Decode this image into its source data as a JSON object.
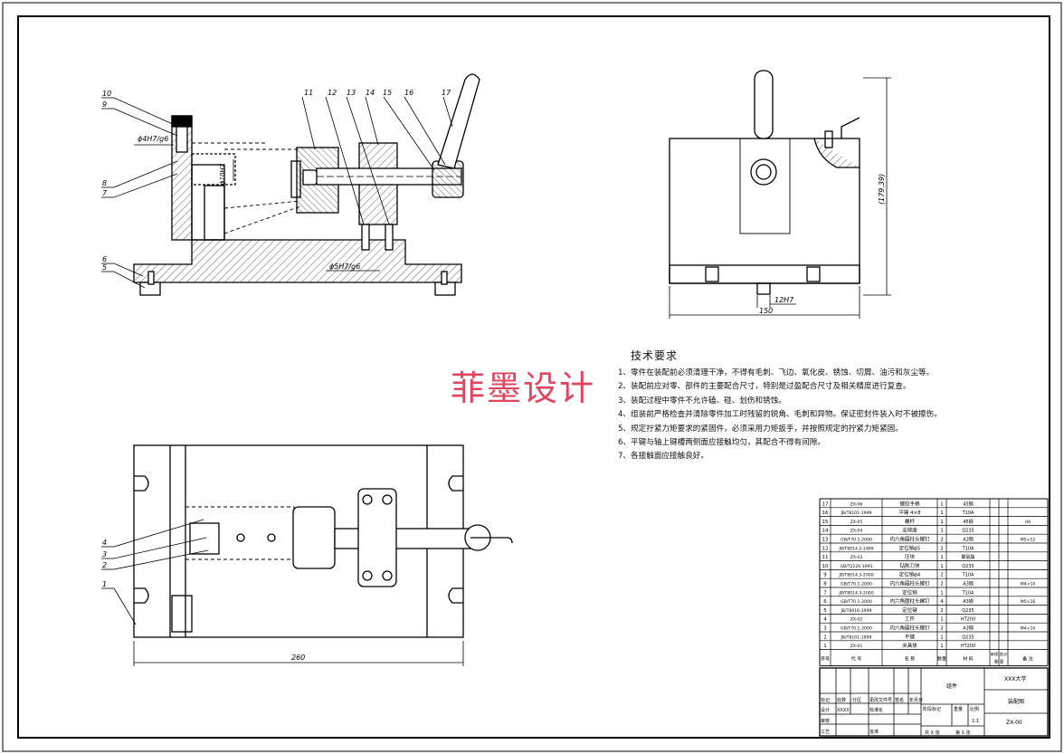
{
  "callouts_front": [
    "10",
    "9",
    "8",
    "7",
    "6",
    "5"
  ],
  "callouts_top": [
    "11",
    "12",
    "13",
    "14",
    "15",
    "16",
    "17"
  ],
  "callouts_plan": [
    "4",
    "3",
    "2",
    "1"
  ],
  "fits": {
    "upper": "ϕ4H7/g6",
    "lower": "ϕ5H7/g6",
    "small": "ϕ10H7"
  },
  "dims": {
    "width_side": "150",
    "slot": "12H7",
    "height_side": "(179.39)",
    "width_plan": "260"
  },
  "tech_requirements": {
    "title": "技术要求",
    "lines": [
      "1、零件在装配前必须清理干净，不得有毛刺、飞边、氧化皮、锈蚀、切屑、油污和灰尘等。",
      "2、装配前应对零、部件的主要配合尺寸，特别是过盈配合尺寸及相关精度进行复查。",
      "3、装配过程中零件不允许磕、碰、划伤和锈蚀。",
      "4、组装前严格检查并清除零件加工时残留的锐角、毛刺和异物。保证密封件装入时不被擦伤。",
      "5、规定拧紧力矩要求的紧固件，必须采用力矩扳手，并按照规定的拧紧力矩紧固。",
      "6、平键与轴上键槽两侧面应接触均匀，其配合不得有间隙。",
      "7、各接触面应接触良好。"
    ]
  },
  "watermark": "菲墨设计",
  "bom": [
    {
      "no": "17",
      "code": "ZX-06",
      "name": "螺纹手柄",
      "qty": "1",
      "mat": "45钢",
      "note": ""
    },
    {
      "no": "16",
      "code": "JB/T8101-1999",
      "name": "平键 4×8",
      "qty": "1",
      "mat": "T10A",
      "note": ""
    },
    {
      "no": "15",
      "code": "ZX-05",
      "name": "螺杆",
      "qty": "1",
      "mat": "45钢",
      "note": "H6"
    },
    {
      "no": "14",
      "code": "ZX-04",
      "name": "支撑座",
      "qty": "1",
      "mat": "Q235",
      "note": ""
    },
    {
      "no": "13",
      "code": "GB/T70.1-2000",
      "name": "内六角圆柱头螺钉",
      "qty": "2",
      "mat": "A3钢",
      "note": "M5×12"
    },
    {
      "no": "12",
      "code": "JB/T8014.2-1999",
      "name": "定位销ϕ5",
      "qty": "2",
      "mat": "T10A",
      "note": ""
    },
    {
      "no": "11",
      "code": "ZX-03",
      "name": "压块",
      "qty": "1",
      "mat": "聚氨酯",
      "note": ""
    },
    {
      "no": "10",
      "code": "GB/T2226-1991",
      "name": "钻削刀块",
      "qty": "1",
      "mat": "Q235",
      "note": ""
    },
    {
      "no": "9",
      "code": "JB/T8014.3-2000",
      "name": "定位销ϕ4",
      "qty": "2",
      "mat": "T10A",
      "note": ""
    },
    {
      "no": "8",
      "code": "GB/T70.1-2000",
      "name": "内六角圆柱头螺钉",
      "qty": "2",
      "mat": "A3钢",
      "note": "M4×10"
    },
    {
      "no": "7",
      "code": "JB/T8014.3-2000",
      "name": "定位销",
      "qty": "1",
      "mat": "T10A",
      "note": ""
    },
    {
      "no": "6",
      "code": "GB/T70.1-2000",
      "name": "内六角圆柱头螺钉",
      "qty": "4",
      "mat": "A3钢",
      "note": "M5×16"
    },
    {
      "no": "5",
      "code": "JB/T8016-1999",
      "name": "定位键",
      "qty": "2",
      "mat": "Q235",
      "note": ""
    },
    {
      "no": "4",
      "code": "ZX-02",
      "name": "工件",
      "qty": "1",
      "mat": "HT200",
      "note": ""
    },
    {
      "no": "3",
      "code": "GB/T70.1-2000",
      "name": "内六角圆柱头螺钉",
      "qty": "2",
      "mat": "A3钢",
      "note": "M4×10"
    },
    {
      "no": "2",
      "code": "JB/T8101-1999",
      "name": "平键",
      "qty": "1",
      "mat": "Q235",
      "note": ""
    },
    {
      "no": "1",
      "code": "ZX-01",
      "name": "夹具体",
      "qty": "1",
      "mat": "HT200",
      "note": ""
    }
  ],
  "bom_header": {
    "no": "序号",
    "code": "代 号",
    "name": "名 称",
    "qty": "数量",
    "mat": "材 料",
    "single": "单件",
    "total": "总计",
    "weight": "重 量",
    "note": "备 注"
  },
  "title_block": {
    "school": "XXX大学",
    "drawing_name": "装配图",
    "drawing_no": "ZX-00",
    "material": "组件",
    "scale": "1:1",
    "design": "设计",
    "designer": "XXXX",
    "std": "标准化",
    "review": "审核",
    "process": "工艺",
    "approve": "批准",
    "stage": "阶段标记",
    "weight": "重量",
    "ratio": "比例",
    "sheets": "共 X 张",
    "sheet": "第 X 张",
    "mark": "标记",
    "count": "处数",
    "zone": "分区",
    "change_doc": "更改文件号",
    "sign": "签名",
    "date": "年月日"
  }
}
